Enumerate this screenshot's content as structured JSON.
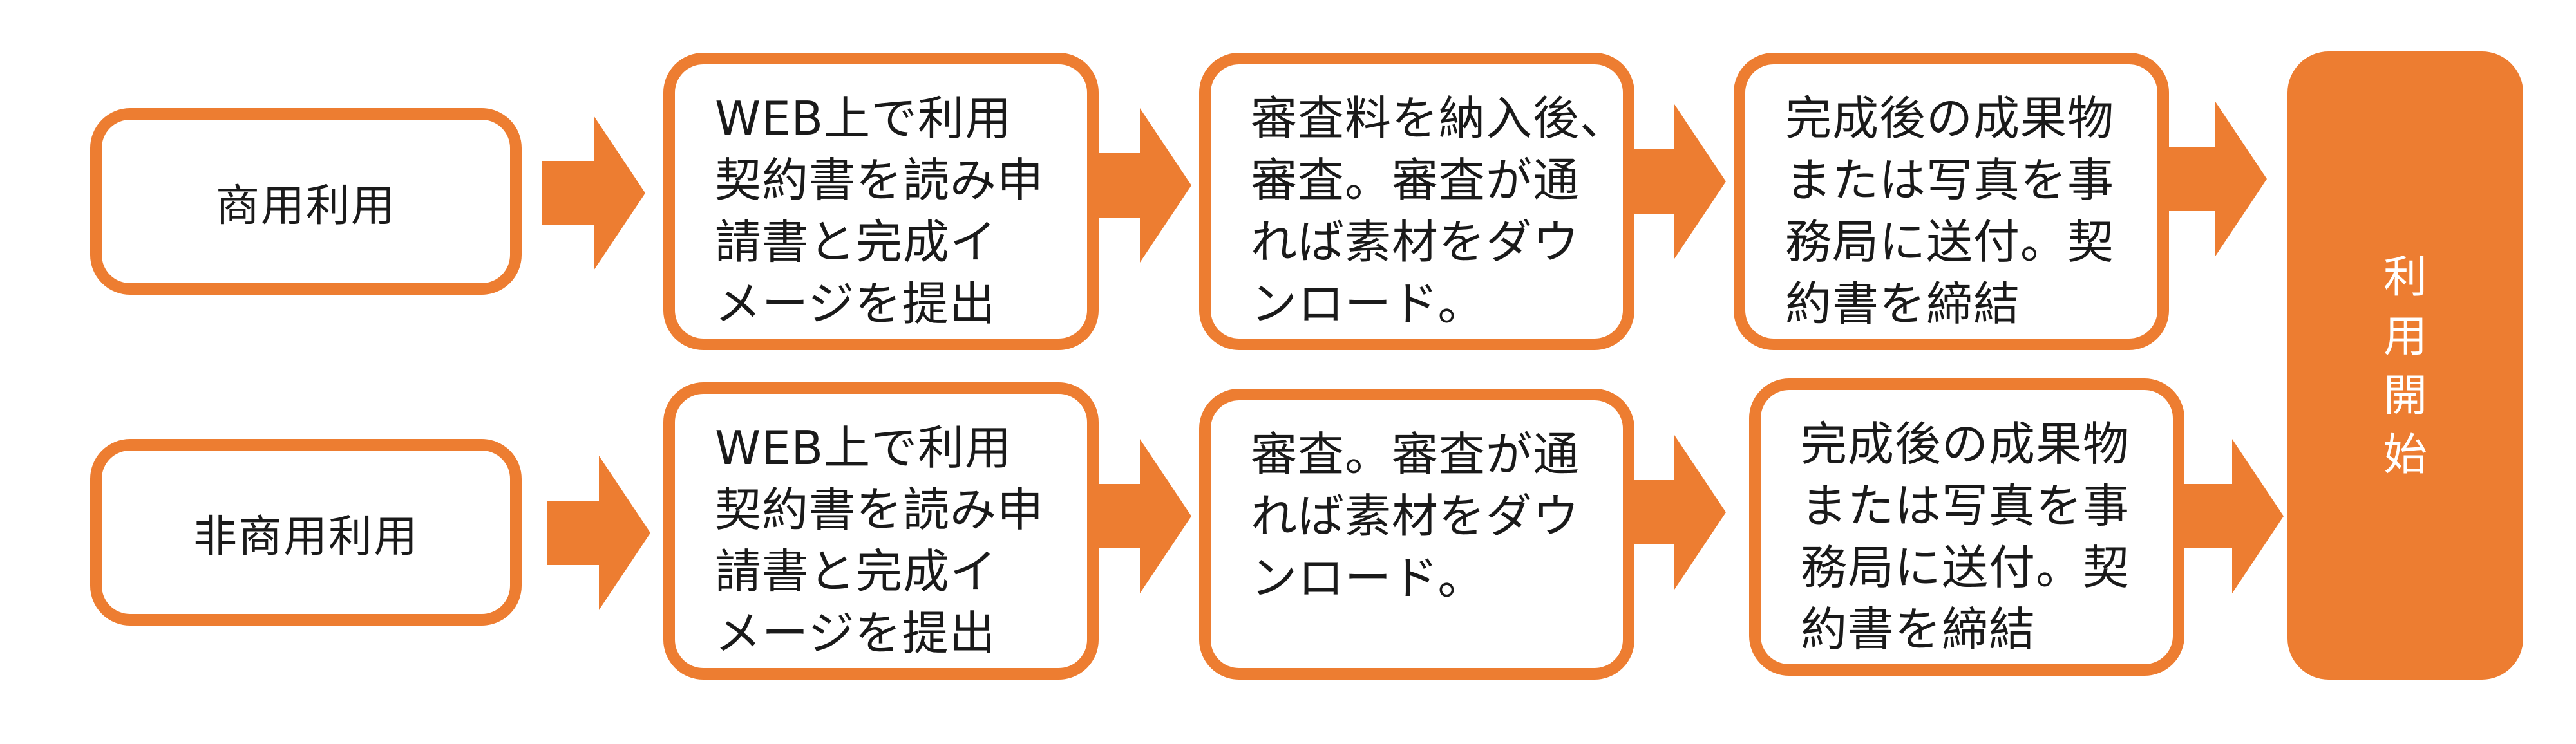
{
  "colors": {
    "accent": "#ED7D31",
    "text": "#1a1a1a",
    "final_text": "#ffffff"
  },
  "rows": [
    {
      "label": "商用利用",
      "steps": [
        [
          "WEB上で利用",
          "契約書を読み申",
          "請書と完成イ",
          "メージを提出"
        ],
        [
          "審査料を納入後、",
          "審査。審査が通",
          "れば素材をダウ",
          "ンロード。"
        ],
        [
          "完成後の成果物",
          "または写真を事",
          "務局に送付。契",
          "約書を締結"
        ]
      ]
    },
    {
      "label": "非商用利用",
      "steps": [
        [
          "WEB上で利用",
          "契約書を読み申",
          "請書と完成イ",
          "メージを提出"
        ],
        [
          "審査。審査が通",
          "れば素材をダウ",
          "ンロード。"
        ],
        [
          "完成後の成果物",
          "または写真を事",
          "務局に送付。契",
          "約書を締結"
        ]
      ]
    }
  ],
  "final": {
    "label": "利用開始",
    "chars": [
      "利",
      "用",
      "開",
      "始"
    ]
  }
}
